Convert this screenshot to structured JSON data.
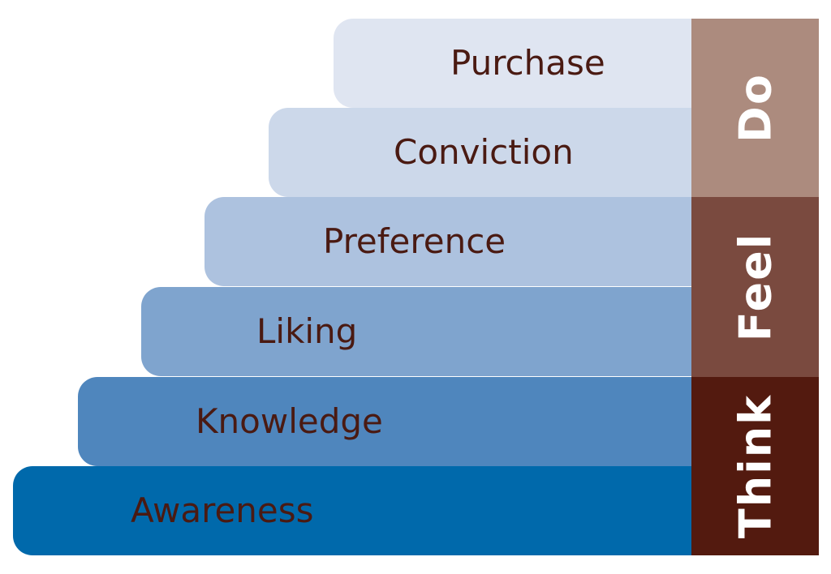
{
  "steps": [
    {
      "label": "Purchase",
      "color": "#dfe5f1"
    },
    {
      "label": "Conviction",
      "color": "#ccd8ea"
    },
    {
      "label": "Preference",
      "color": "#adc2df"
    },
    {
      "label": "Liking",
      "color": "#7fa4ce"
    },
    {
      "label": "Knowledge",
      "color": "#4f86bd"
    },
    {
      "label": "Awareness",
      "color": "#0069ab"
    }
  ],
  "phases": [
    {
      "label": "Do",
      "color": "#ac8b7e"
    },
    {
      "label": "Feel",
      "color": "#7a4a3f"
    },
    {
      "label": "Think",
      "color": "#531a0f"
    }
  ],
  "label_color": "#4a1a12"
}
